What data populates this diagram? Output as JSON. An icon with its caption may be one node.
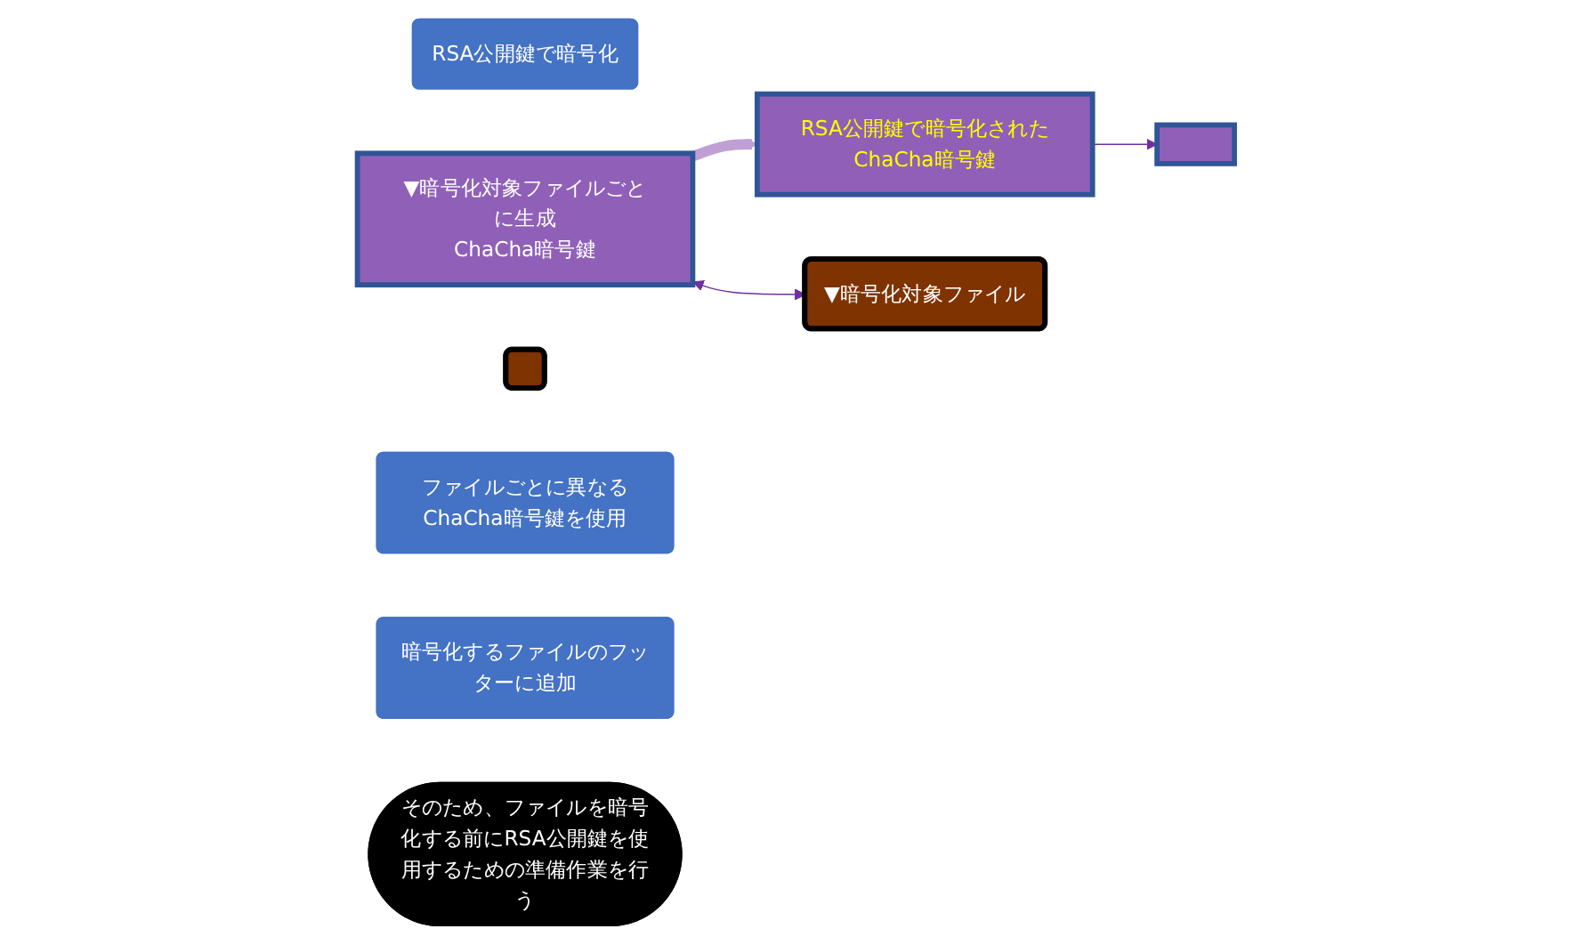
{
  "diagram": {
    "nodes": [
      {
        "text": [
          "RSA公開鍵で暗号化"
        ]
      },
      {
        "text": [
          "▼暗号化対象ファイルごとに生成",
          "ChaCha暗号鍵"
        ]
      },
      {
        "text": [
          "RSA公開鍵で暗号化されたChaCha暗号鍵"
        ]
      },
      {
        "text": [
          "▼暗号化対象ファイル"
        ]
      },
      {
        "text": [],
        "shape": "box"
      },
      {
        "text": [
          "ファイルごとに異なるChaCha暗号鍵を使用"
        ]
      },
      {
        "text": [
          "暗号化するファイルのフッターに追加"
        ]
      },
      {
        "text": [],
        "shape": "bar"
      },
      {
        "text": [
          "そのため、ファイルを暗号化する前にRSA公開鍵を使用するための準備作業を行う"
        ]
      }
    ],
    "edges": [
      {
        "from": 1,
        "to": 3,
        "arrow": "both"
      },
      {
        "from": 1,
        "to": 2,
        "arrow": "to",
        "style": "thick",
        "color": "#c0a0d4"
      },
      {
        "from": 2,
        "to": 7,
        "arrow": "to"
      }
    ]
  }
}
